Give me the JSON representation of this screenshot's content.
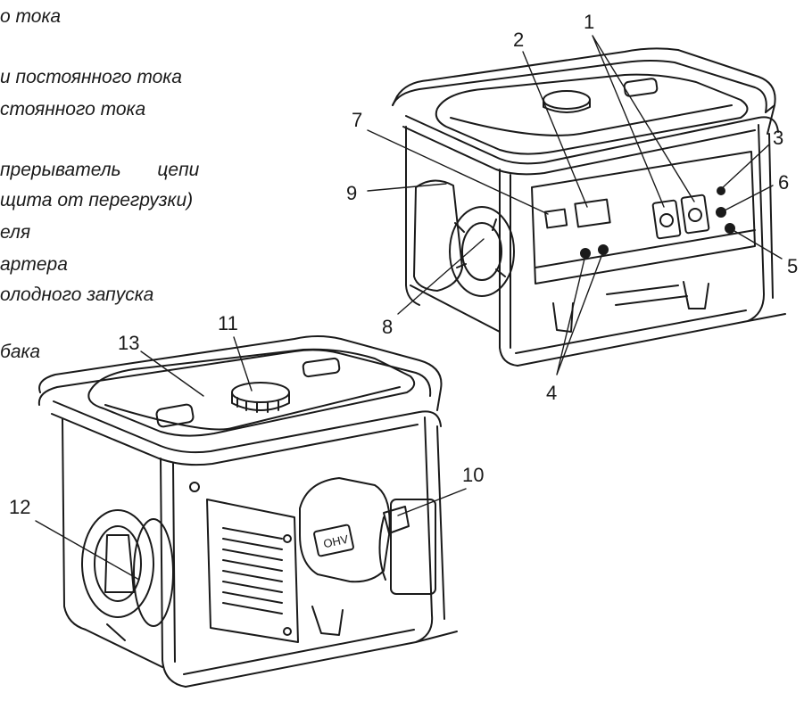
{
  "legend": {
    "line_1": "о тока",
    "line_2": "и постоянного тока",
    "line_3": "стоянного тока",
    "line_4": "прерыватель       цепи",
    "line_5": "щита от перегрузки)",
    "line_6": "еля",
    "line_7": "артера",
    "line_8": "олодного запуска",
    "line_9": "бака"
  },
  "callouts": {
    "c1": "1",
    "c2": "2",
    "c3": "3",
    "c4": "4",
    "c5": "5",
    "c6": "6",
    "c7": "7",
    "c8": "8",
    "c9": "9",
    "c10": "10",
    "c11": "11",
    "c12": "12",
    "c13": "13"
  },
  "colors": {
    "ink": "#1a1a1a",
    "background": "#ffffff"
  }
}
